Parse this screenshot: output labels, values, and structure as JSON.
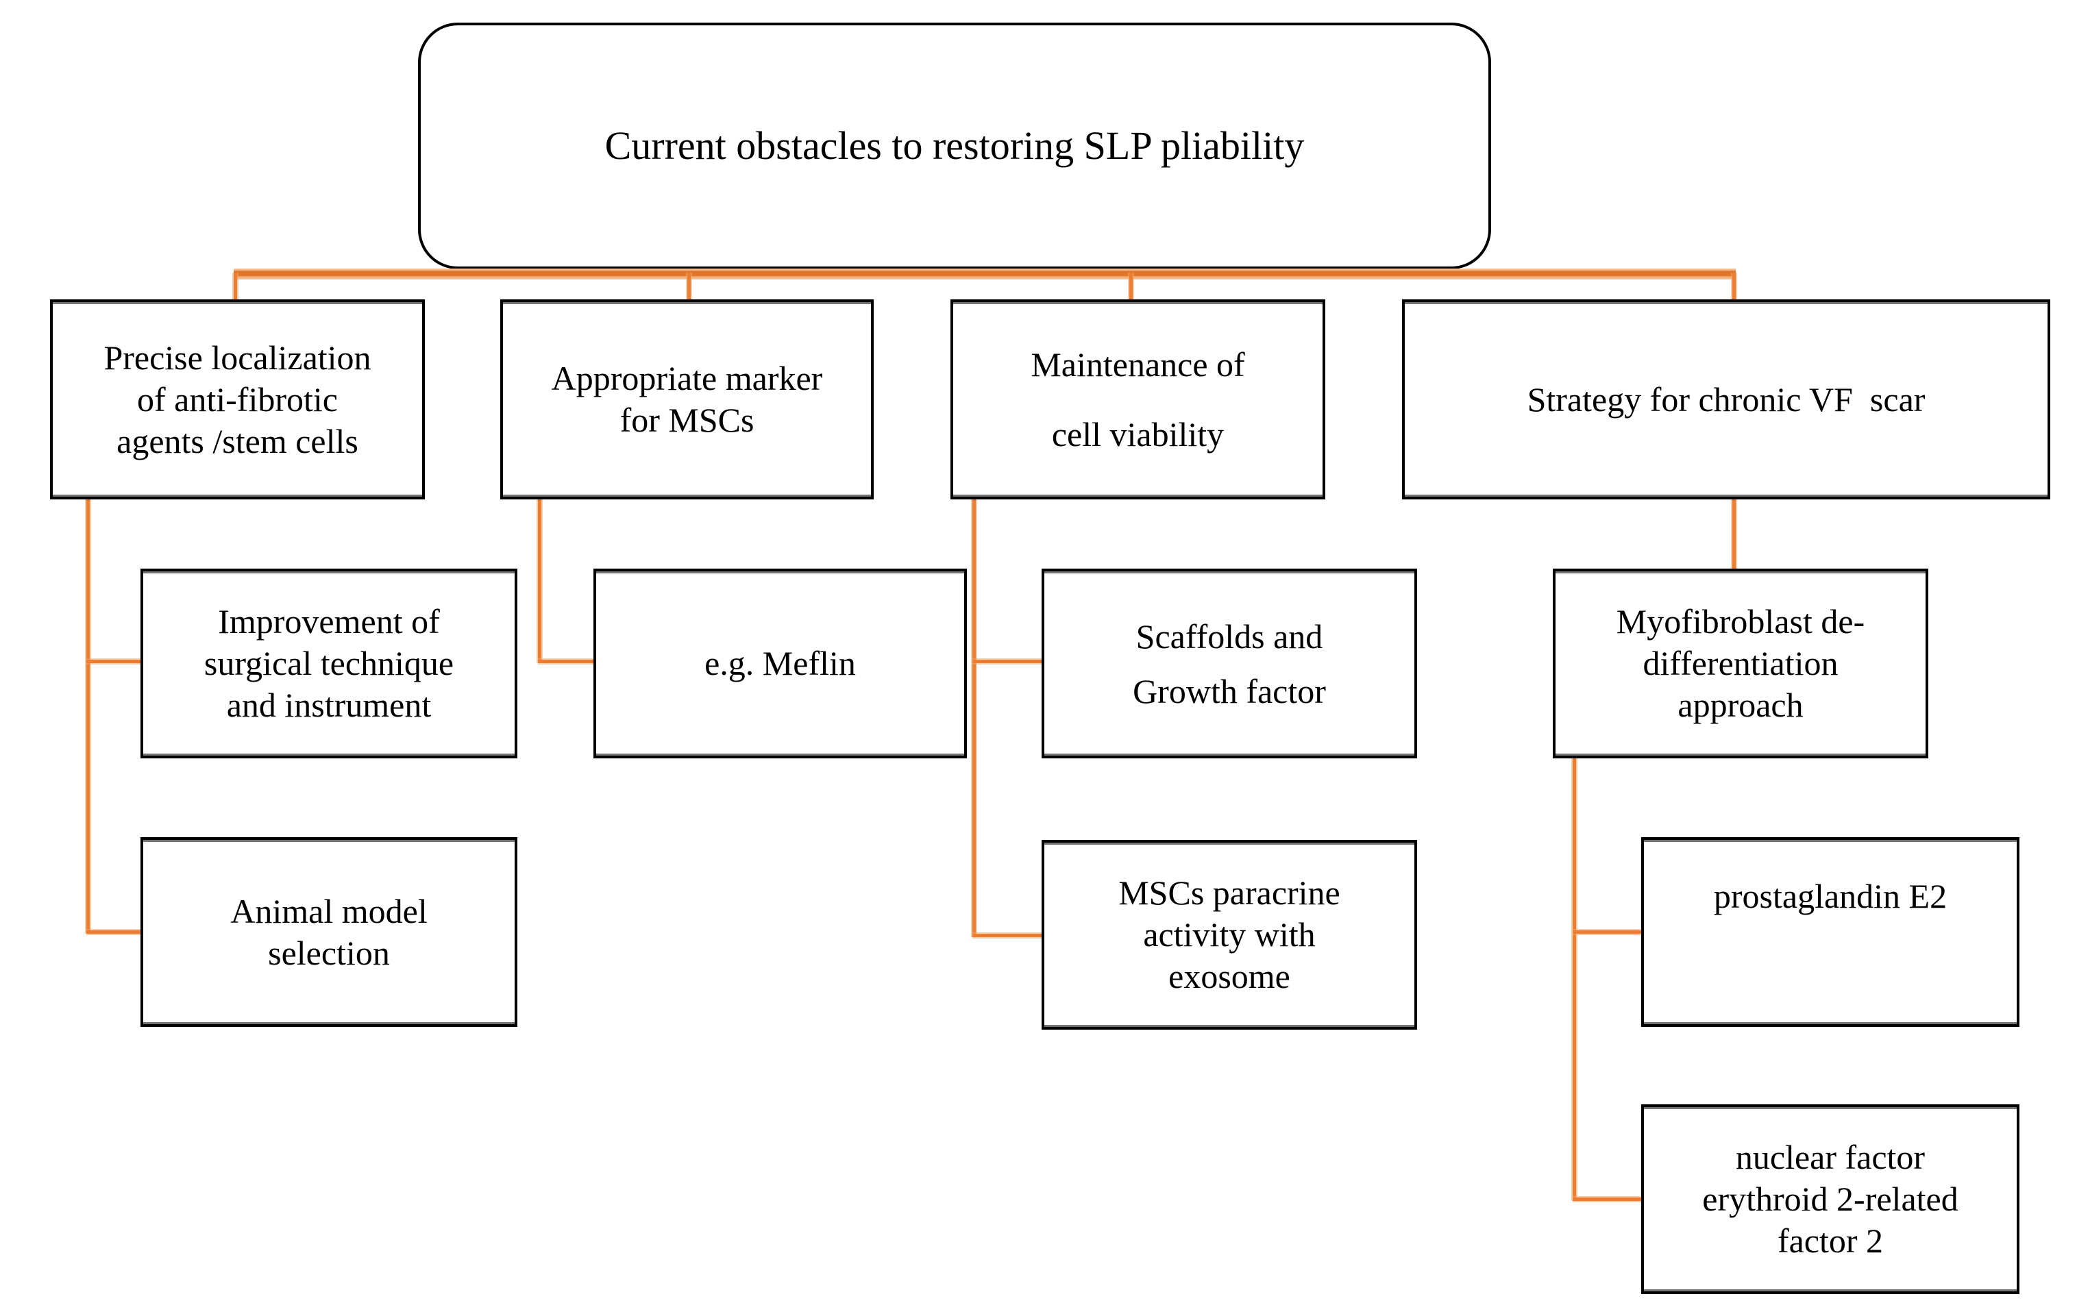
{
  "diagram_title": "Current obstacles to restoring SLP pliability",
  "palette": {
    "connector_core": "#e0762c",
    "connector_accent": "#ed7d31",
    "connector_halo": "#f6c9a4",
    "box_border": "#000000",
    "box_fill": "#ffffff",
    "text_color": "#000000",
    "background": "#ffffff"
  },
  "nodes": {
    "root": {
      "label": "Current obstacles to restoring SLP pliability"
    },
    "precise_localization": {
      "label": "Precise localization\nof anti-fibrotic\nagents /stem cells"
    },
    "appropriate_marker": {
      "label": "Appropriate marker\nfor MSCs"
    },
    "maintenance_viability": {
      "label": "Maintenance of\ncell viability"
    },
    "strategy_chronic": {
      "label": "Strategy for chronic VF  scar"
    },
    "surgical_improvement": {
      "label": "Improvement of\nsurgical technique\nand instrument"
    },
    "animal_model": {
      "label": "Animal model\nselection"
    },
    "meflin": {
      "label": "e.g. Meflin"
    },
    "scaffolds_growth": {
      "label": "Scaffolds and\nGrowth factor"
    },
    "mscs_paracrine": {
      "label": "MSCs paracrine\nactivity with\nexosome"
    },
    "myofibroblast": {
      "label": "Myofibroblast de-\ndifferentiation\napproach"
    },
    "prostaglandin": {
      "label": "prostaglandin E2"
    },
    "nuclear_factor": {
      "label": "nuclear factor\nerythroid 2-related\nfactor 2"
    }
  },
  "hierarchy": [
    {
      "parent": "root",
      "children": [
        "precise_localization",
        "appropriate_marker",
        "maintenance_viability",
        "strategy_chronic"
      ]
    },
    {
      "parent": "precise_localization",
      "children": [
        "surgical_improvement",
        "animal_model"
      ]
    },
    {
      "parent": "appropriate_marker",
      "children": [
        "meflin"
      ]
    },
    {
      "parent": "maintenance_viability",
      "children": [
        "scaffolds_growth",
        "mscs_paracrine"
      ]
    },
    {
      "parent": "strategy_chronic",
      "children": [
        "myofibroblast"
      ]
    },
    {
      "parent": "myofibroblast",
      "children": [
        "prostaglandin",
        "nuclear_factor"
      ]
    }
  ]
}
